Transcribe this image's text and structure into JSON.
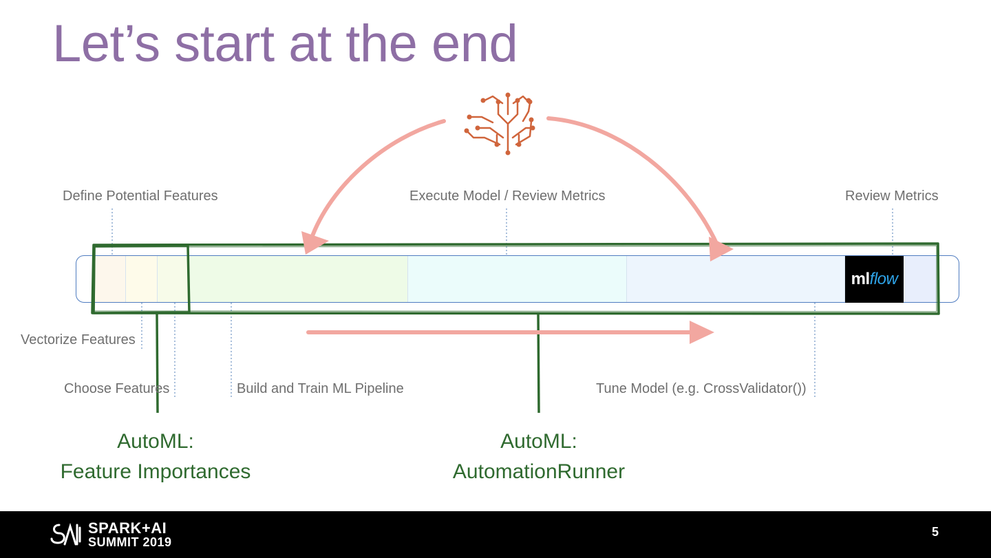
{
  "slide": {
    "title": "Let’s start at the end",
    "page_number": "5"
  },
  "labels": {
    "define_features": "Define Potential Features",
    "execute_model": "Execute Model / Review Metrics",
    "review_metrics": "Review Metrics",
    "vectorize_features": "Vectorize Features",
    "choose_features": "Choose Features",
    "build_train": "Build and Train ML Pipeline",
    "tune_model": "Tune Model (e.g. CrossValidator())"
  },
  "automl": {
    "left_line1": "AutoML:",
    "left_line2": "Feature Importances",
    "right_line1": "AutoML:",
    "right_line2": "AutomationRunner"
  },
  "mlflow": {
    "ml": "ml",
    "flow": "flow"
  },
  "footer": {
    "logo_line1": "SPARK+AI",
    "logo_line2": "SUMMIT 2019"
  },
  "icons": {
    "brain": "brain-circuit-icon",
    "logo": "spark-ai-logo-icon"
  },
  "colors": {
    "title": "#8e6fa5",
    "label": "#6f6f6f",
    "automl_green": "#2f6a2f",
    "arrow_pink": "#f2a7a0",
    "brain_orange": "#d0653c",
    "bar_border": "#4f7cc0"
  }
}
